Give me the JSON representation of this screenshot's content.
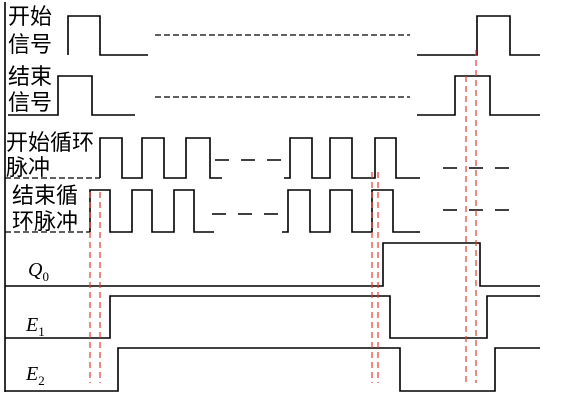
{
  "signals": {
    "start": {
      "line1": "开始",
      "line2": "信号"
    },
    "end": {
      "line1": "结束",
      "line2": "信号"
    },
    "start_pulse": {
      "line1": "开始循环",
      "line2": "脉冲"
    },
    "end_pulse": {
      "line1": "结束循",
      "line2": "环脉冲"
    },
    "q0": {
      "symbol": "Q",
      "sub": "0"
    },
    "e1": {
      "symbol": "E",
      "sub": "1"
    },
    "e2": {
      "symbol": "E",
      "sub": "2"
    }
  },
  "colors": {
    "wave": "#000000",
    "marker": "#e53935"
  }
}
